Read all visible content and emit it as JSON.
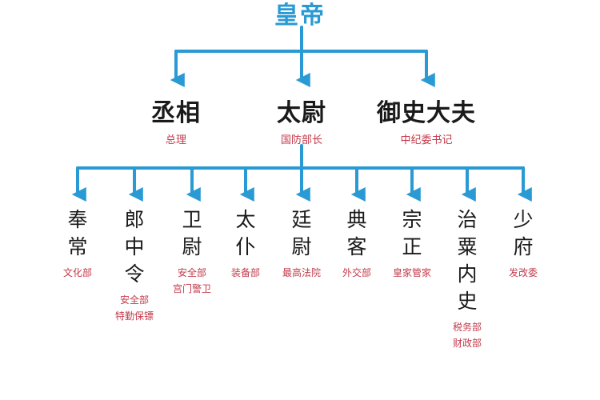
{
  "colors": {
    "connector": "#2a9ad4",
    "title_text": "#2a9ad4",
    "role_text": "#c23a4a",
    "office_text": "#1a1a1a"
  },
  "emperor": {
    "title": "皇帝"
  },
  "ministers": [
    {
      "title": "丞相",
      "role": "总理"
    },
    {
      "title": "太尉",
      "role": "国防部长"
    },
    {
      "title": "御史大夫",
      "role": "中纪委书记"
    }
  ],
  "ministers_of_state": [
    {
      "title": "奉常",
      "roles": [
        "文化部"
      ]
    },
    {
      "title": "郎中令",
      "roles": [
        "安全部",
        "特勤保镖"
      ]
    },
    {
      "title": "卫尉",
      "roles": [
        "安全部",
        "宫门警卫"
      ]
    },
    {
      "title": "太仆",
      "roles": [
        "装备部"
      ]
    },
    {
      "title": "廷尉",
      "roles": [
        "最高法院"
      ]
    },
    {
      "title": "典客",
      "roles": [
        "外交部"
      ]
    },
    {
      "title": "宗正",
      "roles": [
        "皇家管家"
      ]
    },
    {
      "title": "治粟内史",
      "roles": [
        "税务部",
        "财政部"
      ]
    },
    {
      "title": "少府",
      "roles": [
        "发改委"
      ]
    }
  ]
}
